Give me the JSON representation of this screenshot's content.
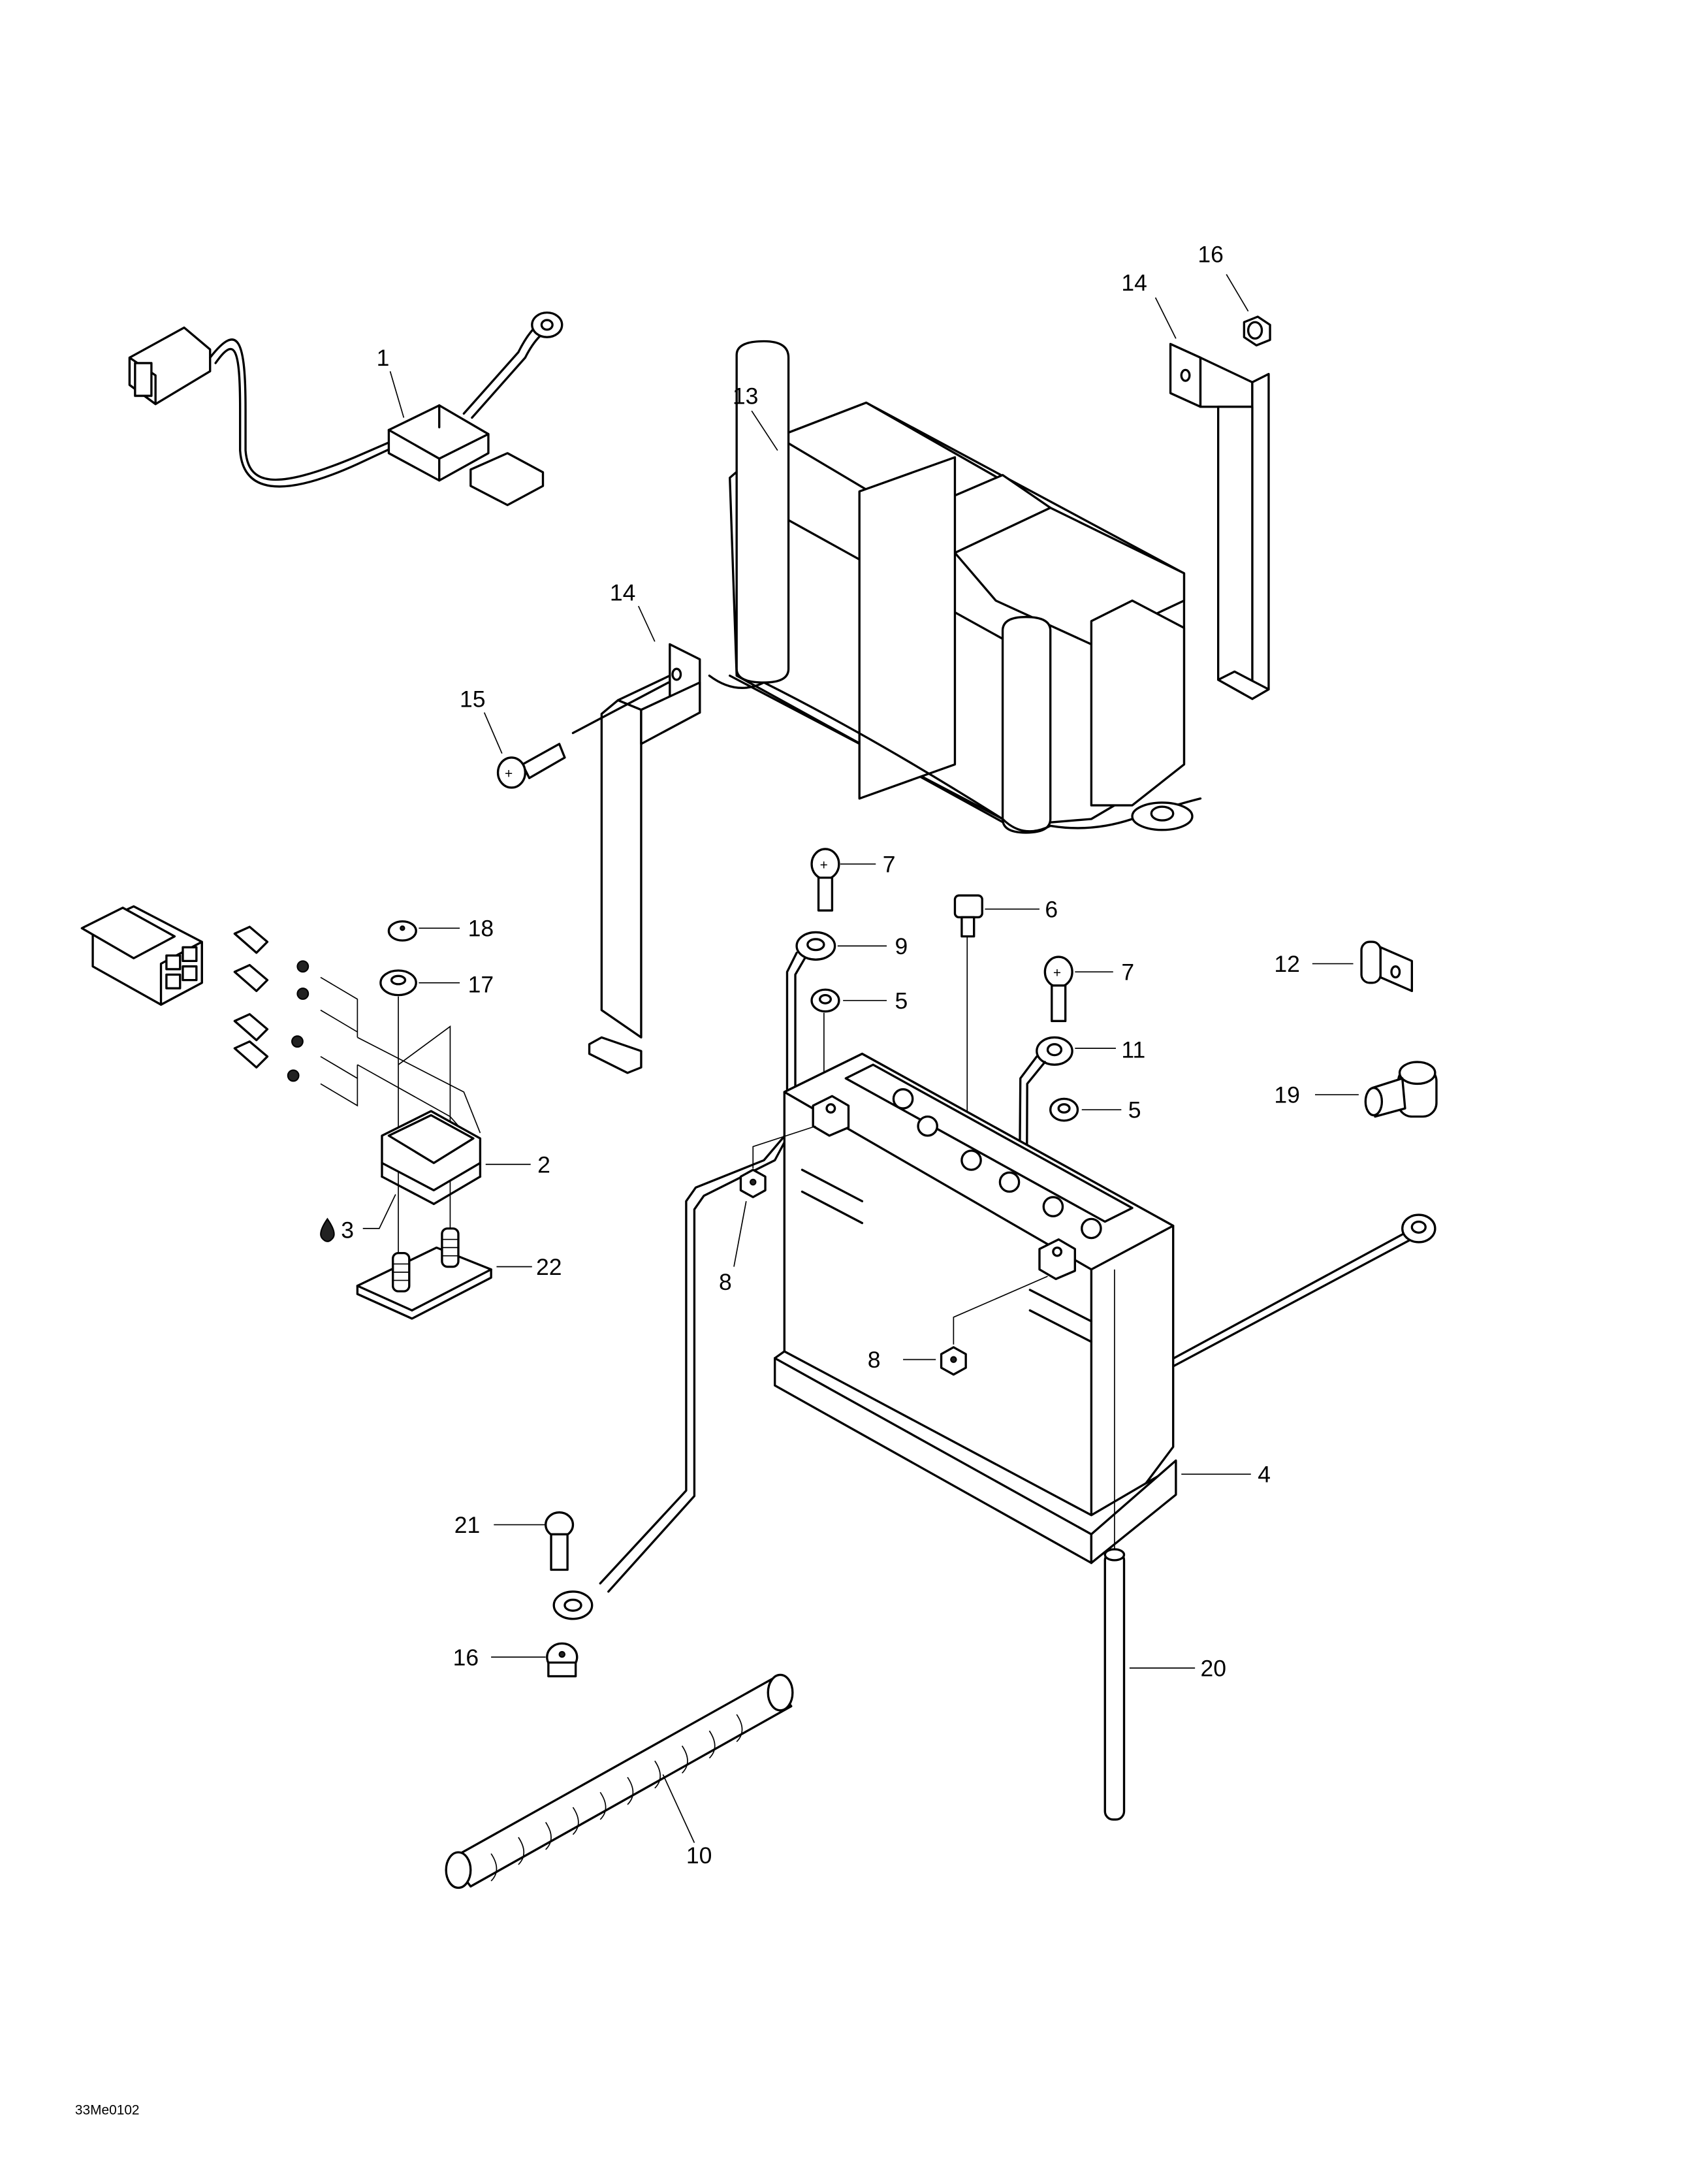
{
  "diagram": {
    "type": "exploded-parts-diagram",
    "subject": "Battery and electrical components",
    "reference_code": "33Me0102",
    "background_color": "#ffffff",
    "line_color": "#000000"
  },
  "callouts": [
    {
      "id": "c1",
      "label": "1",
      "part": "fuse-holder-harness"
    },
    {
      "id": "c2",
      "label": "2",
      "part": "regulator-rectifier"
    },
    {
      "id": "c3",
      "label": "3",
      "part": "thermal-compound",
      "icon": "drop-icon"
    },
    {
      "id": "c4",
      "label": "4",
      "part": "battery"
    },
    {
      "id": "c5a",
      "label": "5",
      "part": "washer"
    },
    {
      "id": "c5b",
      "label": "5",
      "part": "washer"
    },
    {
      "id": "c6",
      "label": "6",
      "part": "vent-screw"
    },
    {
      "id": "c7a",
      "label": "7",
      "part": "screw"
    },
    {
      "id": "c7b",
      "label": "7",
      "part": "screw"
    },
    {
      "id": "c8a",
      "label": "8",
      "part": "nut"
    },
    {
      "id": "c8b",
      "label": "8",
      "part": "nut"
    },
    {
      "id": "c9",
      "label": "9",
      "part": "negative-cable"
    },
    {
      "id": "c10",
      "label": "10",
      "part": "spiral-sleeve"
    },
    {
      "id": "c11",
      "label": "11",
      "part": "positive-cable"
    },
    {
      "id": "c12",
      "label": "12",
      "part": "cable-clip"
    },
    {
      "id": "c13",
      "label": "13",
      "part": "battery-cover"
    },
    {
      "id": "c14a",
      "label": "14",
      "part": "battery-strap-bracket"
    },
    {
      "id": "c14b",
      "label": "14",
      "part": "battery-strap-bracket"
    },
    {
      "id": "c15",
      "label": "15",
      "part": "screw"
    },
    {
      "id": "c16a",
      "label": "16",
      "part": "nut"
    },
    {
      "id": "c16b",
      "label": "16",
      "part": "nut"
    },
    {
      "id": "c17",
      "label": "17",
      "part": "washer"
    },
    {
      "id": "c18",
      "label": "18",
      "part": "nut"
    },
    {
      "id": "c19",
      "label": "19",
      "part": "terminal-boot"
    },
    {
      "id": "c20",
      "label": "20",
      "part": "vent-tube"
    },
    {
      "id": "c21",
      "label": "21",
      "part": "bolt"
    },
    {
      "id": "c22",
      "label": "22",
      "part": "mounting-plate"
    }
  ]
}
